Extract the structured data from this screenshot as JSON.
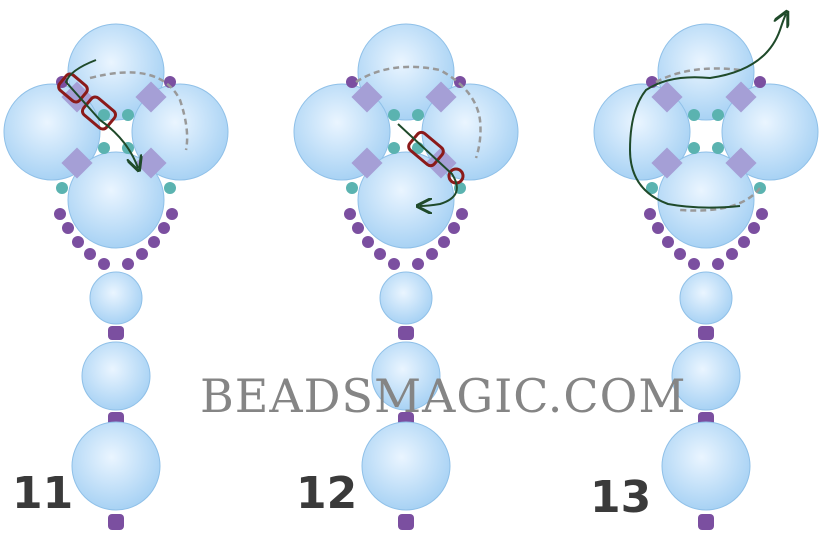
{
  "watermark": "BEADSMAGIC.COM",
  "steps": [
    {
      "label": "11",
      "description_path": "start top-left, pass through two highlighted beads toward center"
    },
    {
      "label": "12",
      "description_path": "pass through highlighted beads toward bottom-right, exit down"
    },
    {
      "label": "13",
      "description_path": "loop around left side and exit toward upper right"
    }
  ],
  "colors": {
    "pearl_fill": "#b9dcf7",
    "pearl_stroke": "#8fc0e8",
    "bicone": "#a59fd6",
    "seed_purple": "#7b4fa0",
    "seed_teal": "#5bb3b0",
    "thread": "#1f4a2a",
    "highlight": "#8b1a1a",
    "dashed": "#999999",
    "label_text": "#3a3a3a",
    "watermark_text": "#858585"
  }
}
